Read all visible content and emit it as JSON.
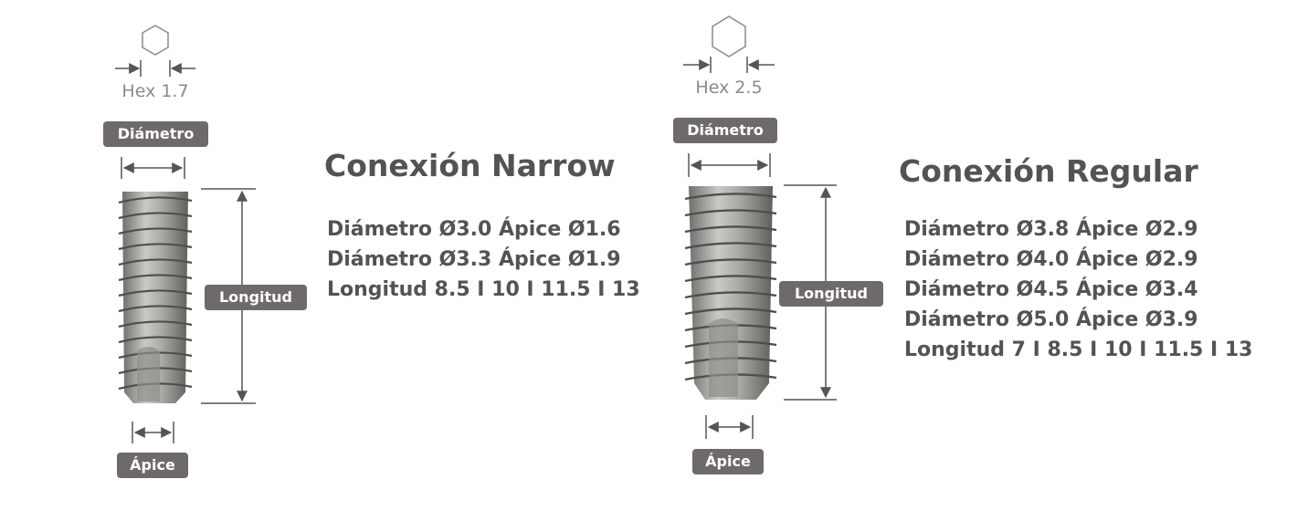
{
  "colors": {
    "label_bg": "#6e6a69",
    "label_text": "#ffffff",
    "body_text": "#555352",
    "hex_text": "#8a8a8a",
    "implant": "#9c9c98"
  },
  "narrow": {
    "hex_label": "Hex 1.7",
    "diameter_tag": "Diámetro",
    "length_tag": "Longitud",
    "apex_tag": "Ápice",
    "title": "Conexión Narrow",
    "specs": [
      "Diámetro Ø3.0 Ápice Ø1.6",
      "Diámetro Ø3.3 Ápice Ø1.9",
      "Longitud 8.5 I 10 I 11.5 I 13"
    ]
  },
  "regular": {
    "hex_label": "Hex 2.5",
    "diameter_tag": "Diámetro",
    "length_tag": "Longitud",
    "apex_tag": "Ápice",
    "title": "Conexión Regular",
    "specs": [
      "Diámetro Ø3.8 Ápice Ø2.9",
      "Diámetro Ø4.0 Ápice Ø2.9",
      "Diámetro Ø4.5 Ápice Ø3.4",
      "Diámetro Ø5.0 Ápice Ø3.9",
      "Longitud 7 I 8.5 I 10 I 11.5 I 13"
    ]
  }
}
